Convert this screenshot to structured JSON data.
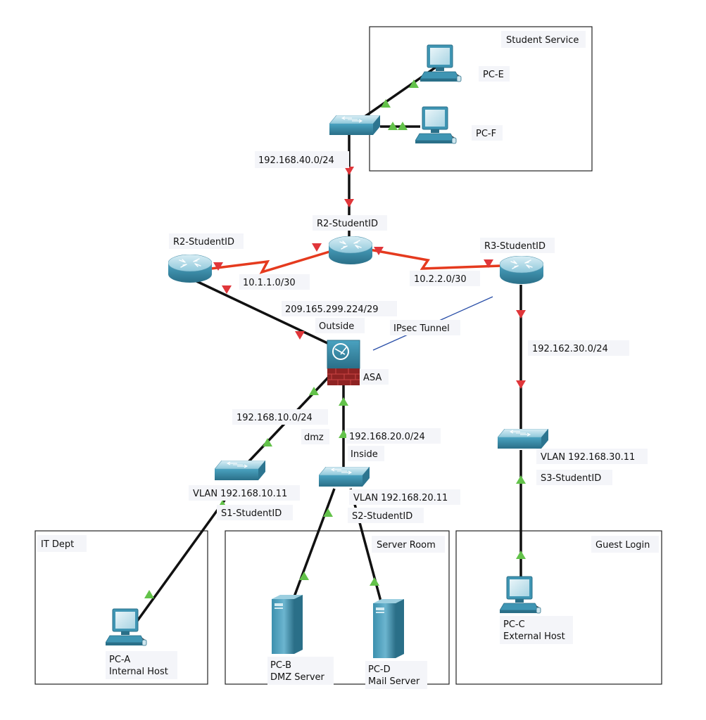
{
  "zones": {
    "student_service": "Student Service",
    "it_dept": "IT Dept",
    "server_room": "Server Room",
    "guest_login": "Guest Login"
  },
  "devices": {
    "r2_top": "R2-StudentID",
    "r2_left": "R2-StudentID",
    "r3": "R3-StudentID",
    "asa": "ASA",
    "s1_vlan": "VLAN 192.168.10.11",
    "s1_name": "S1-StudentID",
    "s2_vlan": "VLAN 192.168.20.11",
    "s2_name": "S2-StudentID",
    "s3_vlan": "VLAN 192.168.30.11",
    "s3_name": "S3-StudentID",
    "pc_e": "PC-E",
    "pc_f": "PC-F",
    "pc_a_name": "PC-A",
    "pc_a_desc": "Internal Host",
    "pc_b_name": "PC-B",
    "pc_b_desc": "DMZ Server",
    "pc_d_name": "PC-D",
    "pc_d_desc": "Mail Server",
    "pc_c_name": "PC-C",
    "pc_c_desc": "External Host"
  },
  "networks": {
    "net_40": "192.168.40.0/24",
    "net_10_1": "10.1.1.0/30",
    "net_10_2": "10.2.2.0/30",
    "net_209": "209.165.299.224/29",
    "outside": "Outside",
    "ipsec": "IPsec Tunnel",
    "net_162": "192.162.30.0/24",
    "net_10": "192.168.10.0/24",
    "dmz": "dmz",
    "net_20": "192.168.20.0/24",
    "inside": "Inside"
  },
  "colors": {
    "link": "#111111",
    "serial_link": "#e53a1e",
    "link_down": "#e0363a",
    "link_up": "#63c24a",
    "tunnel": "#2a4fa8",
    "device_body": "#3f95b3",
    "firewall_brick": "#8e2323"
  }
}
